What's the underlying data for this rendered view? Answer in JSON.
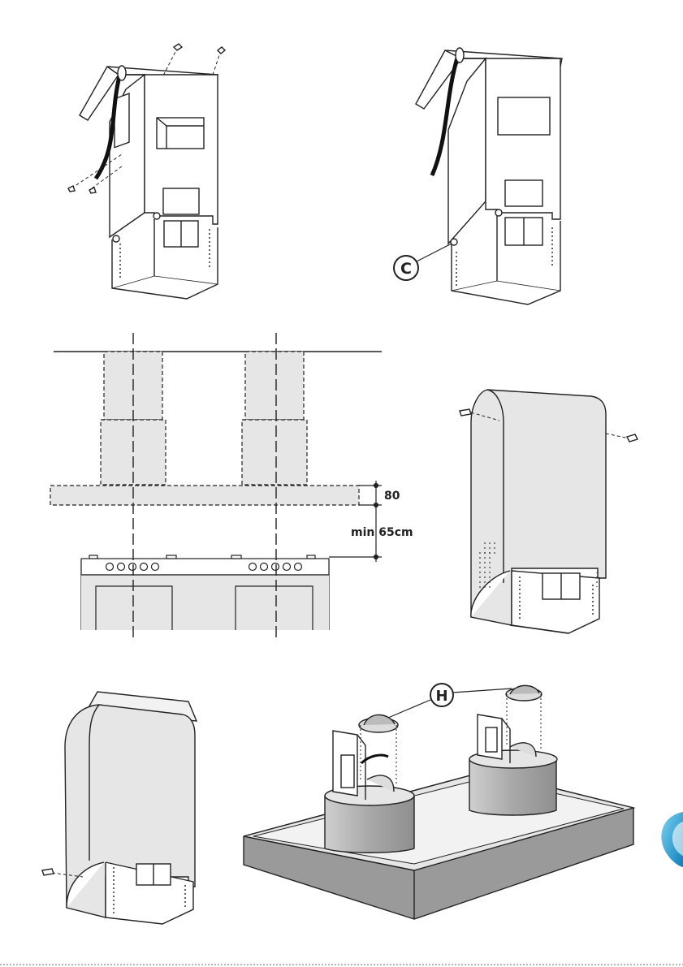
{
  "figures": {
    "fig1": {
      "name": "bracket-assembly-with-screws"
    },
    "fig2": {
      "name": "bracket-assembly-fixed",
      "callout": "C"
    },
    "fig3": {
      "name": "installation-height-diagram",
      "hood_thickness": "80",
      "min_height": "min 65cm"
    },
    "fig4": {
      "name": "chimney-cover-fixing"
    },
    "fig5": {
      "name": "chimney-cover-mounted"
    },
    "fig6": {
      "name": "hood-filter-fitting",
      "callout": "H"
    }
  },
  "colors": {
    "line": "#222222",
    "fill_gray": "#e6e6e6",
    "fill_light": "#f2f2f2",
    "fill_dark": "#9a9a9a",
    "accent": "#1aa0d8"
  }
}
